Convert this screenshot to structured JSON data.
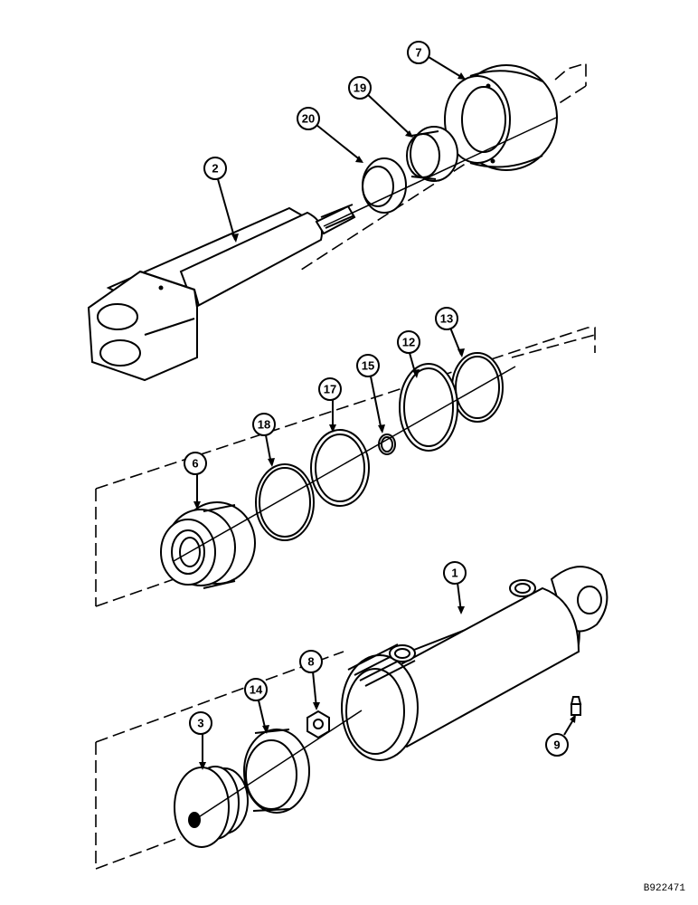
{
  "callouts": [
    {
      "id": "7",
      "label": "7"
    },
    {
      "id": "19",
      "label": "19"
    },
    {
      "id": "20",
      "label": "20"
    },
    {
      "id": "2",
      "label": "2"
    },
    {
      "id": "13",
      "label": "13"
    },
    {
      "id": "12",
      "label": "12"
    },
    {
      "id": "15",
      "label": "15"
    },
    {
      "id": "17",
      "label": "17"
    },
    {
      "id": "18",
      "label": "18"
    },
    {
      "id": "6",
      "label": "6"
    },
    {
      "id": "1",
      "label": "1"
    },
    {
      "id": "8",
      "label": "8"
    },
    {
      "id": "14",
      "label": "14"
    },
    {
      "id": "3",
      "label": "3"
    },
    {
      "id": "9",
      "label": "9"
    }
  ],
  "reference_code": "B922471"
}
